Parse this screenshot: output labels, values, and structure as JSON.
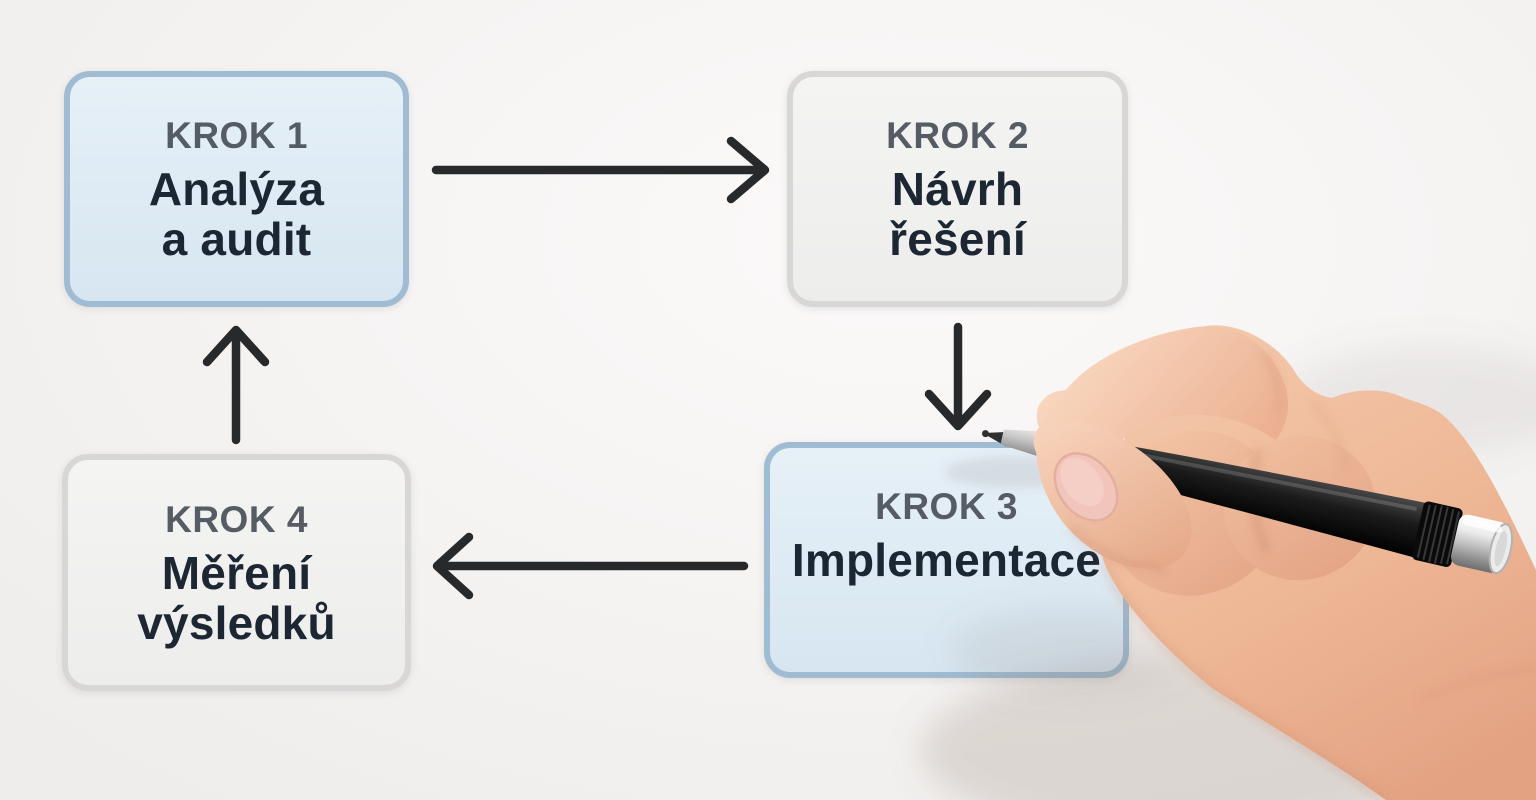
{
  "diagram": {
    "language": "cs",
    "type": "4-step-cycle",
    "steps": [
      {
        "label": "KROK 1",
        "line1": "Analýza",
        "line2": "a audit",
        "variant": "blue"
      },
      {
        "label": "KROK 2",
        "line1": "Návrh",
        "line2": "řešení",
        "variant": "gray"
      },
      {
        "label": "KROK 3",
        "line1": "Implementace",
        "line2": "",
        "variant": "blue"
      },
      {
        "label": "KROK 4",
        "line1": "Měření",
        "line2": "výsledků",
        "variant": "gray"
      }
    ],
    "arrows": [
      {
        "name": "step1-to-step2",
        "direction": "right"
      },
      {
        "name": "step2-to-step3",
        "direction": "down"
      },
      {
        "name": "step3-to-step4",
        "direction": "left"
      },
      {
        "name": "step4-to-step1",
        "direction": "up"
      }
    ]
  },
  "overlay": {
    "description": "hand holding black pen over step 3"
  },
  "colors": {
    "arrow": "#27292b",
    "step_label": "#565c63",
    "step_title": "#1d2733",
    "blue_box_border": "#9fbcd3",
    "blue_box_bg": "#dbe8f2",
    "gray_box_border": "#d8d7d5",
    "gray_box_bg": "#f1f1f0",
    "background": "#f6f4f3",
    "skin_mid": "#eeb898",
    "pen_body": "#141414",
    "pen_cap_chrome": "#c9c9c9"
  }
}
